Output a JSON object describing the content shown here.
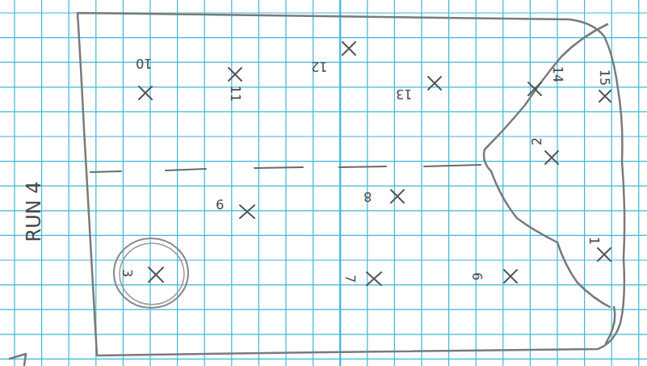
{
  "diagram": {
    "nodes": [
      {
        "text": [
          "3"
        ]
      }
    ],
    "labels": [
      "RUN 4",
      "10",
      "11",
      "12",
      "13",
      "14",
      "15",
      "9",
      "8",
      "2",
      "7",
      "6",
      "1"
    ]
  }
}
